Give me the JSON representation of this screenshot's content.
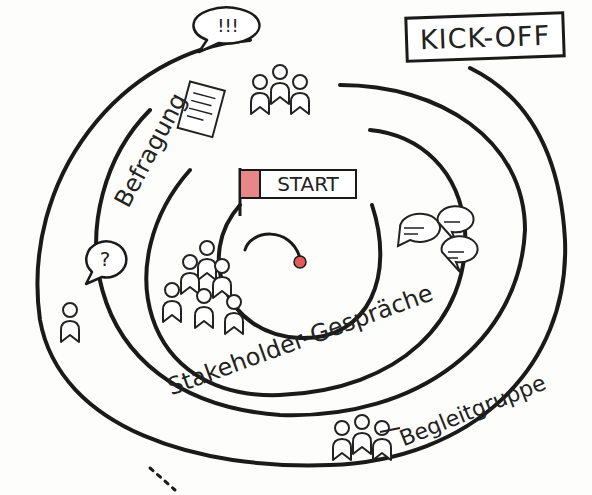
{
  "diagram": {
    "nodes": [
      {
        "text": [
          "KICK-OFF"
        ]
      },
      {
        "text": [
          "START"
        ]
      },
      {
        "text": [
          "!!!"
        ]
      },
      {
        "text": [
          "?"
        ]
      }
    ],
    "labels": [
      "Befragung",
      "Stakeholder-Gespräche",
      "Begleitgruppe"
    ]
  }
}
